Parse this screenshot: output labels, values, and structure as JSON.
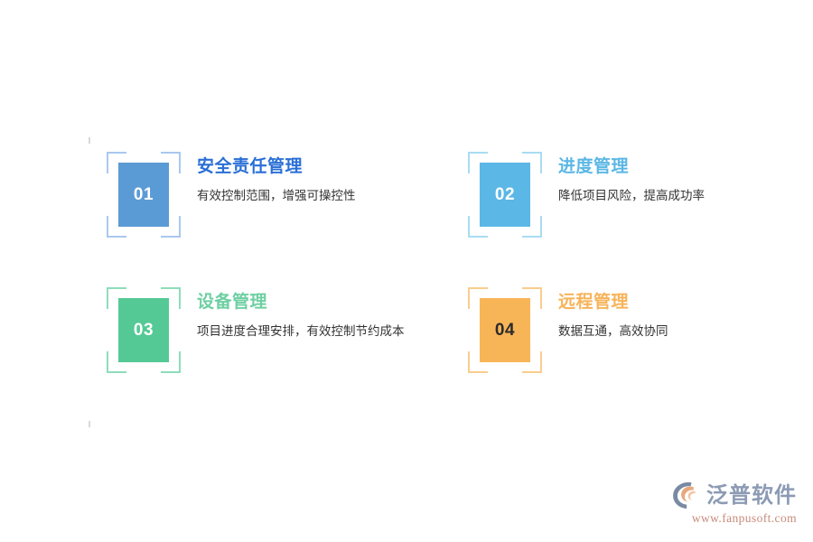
{
  "page": {
    "background": "#ffffff",
    "layout": "2x2-feature-card-grid"
  },
  "colors": {
    "card1": "#5b9bd5",
    "card1_title": "#2a6fd6",
    "card2": "#5bb7e5",
    "card2_title": "#5bb7e5",
    "card3": "#55c995",
    "card3_title": "#6ecfa2",
    "card4": "#f8b557",
    "card4_title": "#f7b35a",
    "description_text": "#333333",
    "logo_word": "#8c9bb4",
    "logo_url": "#c98a7a",
    "logo_mark_primary": "#7b8aa3",
    "logo_mark_accent": "#e8a87c"
  },
  "cards": [
    {
      "number": "01",
      "title": "安全责任管理",
      "description": "有效控制范围，增强可操控性",
      "tile_color": "#5b9bd5",
      "bracket_color": "#a9c8ef",
      "title_color": "#2a6fd6",
      "number_color": "#ffffff"
    },
    {
      "number": "02",
      "title": "进度管理",
      "description": "降低项目风险，提高成功率",
      "tile_color": "#5bb7e5",
      "bracket_color": "#a9dcf2",
      "title_color": "#5bb7e5",
      "number_color": "#ffffff"
    },
    {
      "number": "03",
      "title": "设备管理",
      "description": "项目进度合理安排，有效控制节约成本",
      "tile_color": "#55c995",
      "bracket_color": "#8fdcba",
      "title_color": "#6ecfa2",
      "number_color": "#ffffff"
    },
    {
      "number": "04",
      "title": "远程管理",
      "description": "数据互通，高效协同",
      "tile_color": "#f8b557",
      "bracket_color": "#f9cd8e",
      "title_color": "#f7b35a",
      "number_color": "#2b2b2b"
    }
  ],
  "logo": {
    "mark_icon": "fanpu-swoosh-icon",
    "word": "泛普软件",
    "url": "www.fanpusoft.com"
  }
}
